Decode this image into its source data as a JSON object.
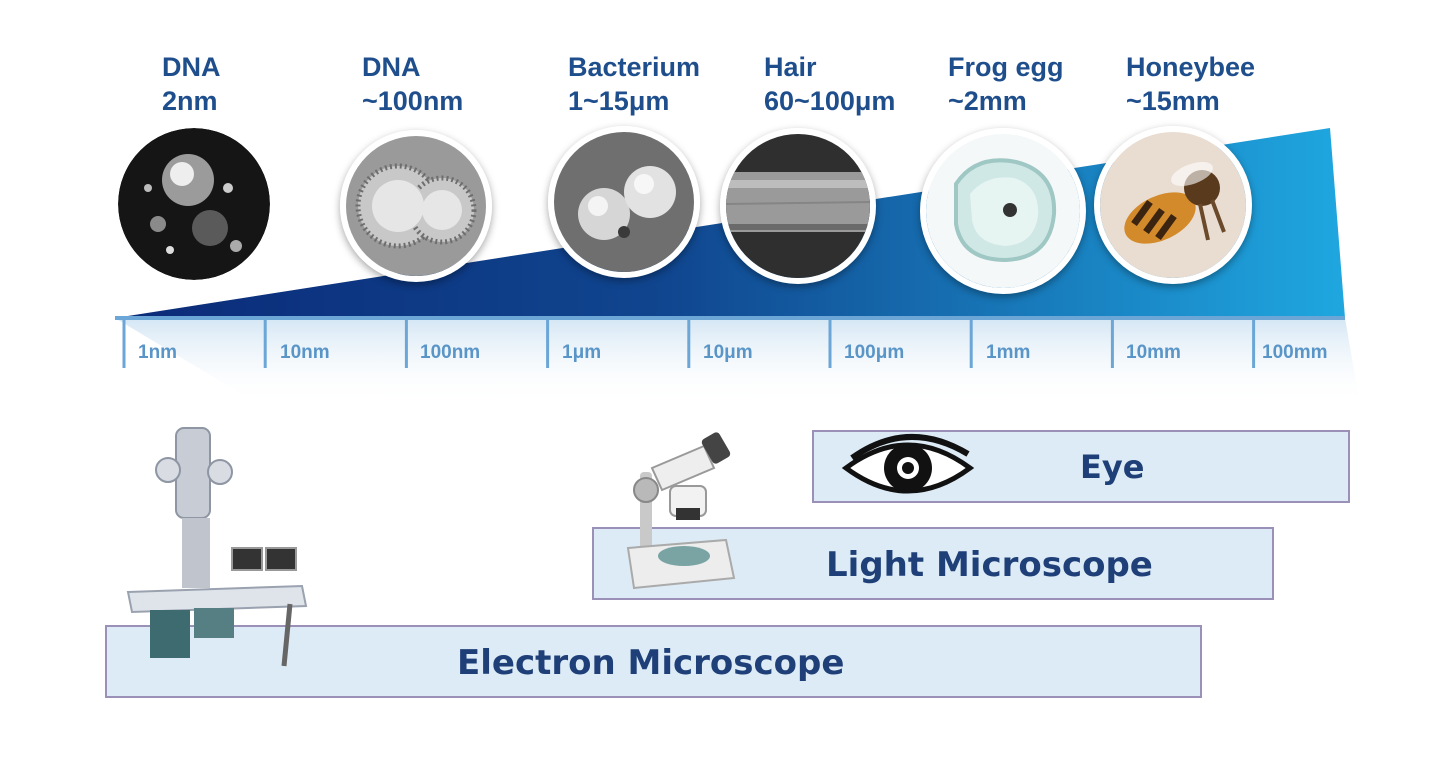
{
  "specimens": [
    {
      "name": "DNA",
      "size": "2nm",
      "icon": "dna-micrograph-icon"
    },
    {
      "name": "DNA",
      "size": "~100nm",
      "icon": "virus-micrograph-icon"
    },
    {
      "name": "Bacterium",
      "size": "1~15μm",
      "icon": "bacterium-micrograph-icon"
    },
    {
      "name": "Hair",
      "size": "60~100μm",
      "icon": "hair-micrograph-icon"
    },
    {
      "name": "Frog egg",
      "size": "~2mm",
      "icon": "frog-egg-icon"
    },
    {
      "name": "Honeybee",
      "size": "~15mm",
      "icon": "honeybee-icon"
    }
  ],
  "scale_ticks": [
    "1nm",
    "10nm",
    "100nm",
    "1μm",
    "10μm",
    "100μm",
    "1mm",
    "10mm",
    "100mm"
  ],
  "ranges": {
    "eye": "Eye",
    "light": "Light Microscope",
    "electron": "Electron Microscope"
  },
  "colors": {
    "wedge_dark": "#0b2a78",
    "wedge_light": "#1fa7e0",
    "label_blue": "#1f4e8c",
    "tick_blue": "#5a95c8",
    "bar_fill": "#dcebf5",
    "bar_border": "#9b90b8"
  }
}
